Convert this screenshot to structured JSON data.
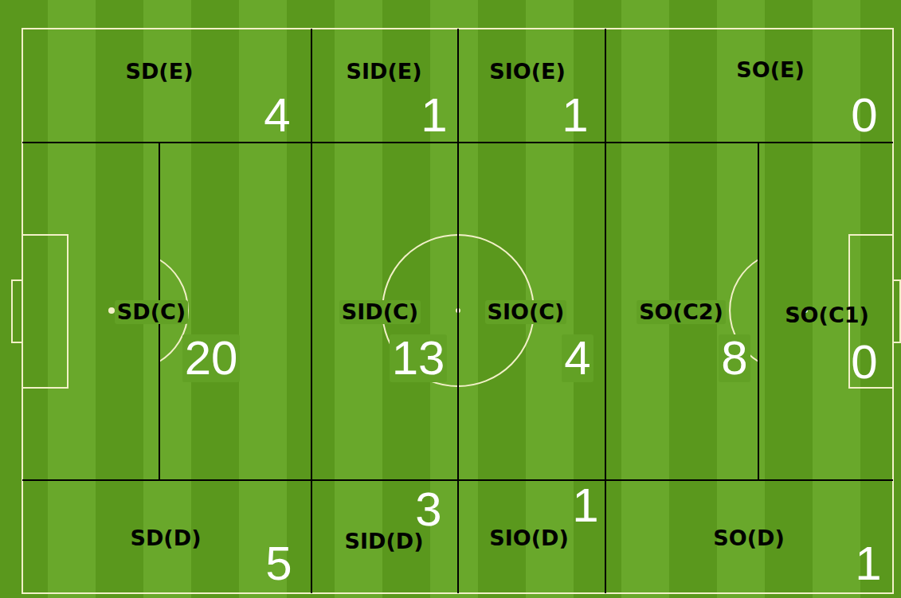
{
  "diagram": {
    "nodes": [
      {
        "text": [
          "SD(E)",
          "4"
        ]
      },
      {
        "text": [
          "SID(E)",
          "1"
        ]
      },
      {
        "text": [
          "SIO(E)",
          "1"
        ]
      },
      {
        "text": [
          "SO(E)",
          "0"
        ]
      },
      {
        "text": [
          "SD(C)",
          "20"
        ]
      },
      {
        "text": [
          "SID(C)",
          "13"
        ]
      },
      {
        "text": [
          "SIO(C)",
          "4"
        ]
      },
      {
        "text": [
          "SO(C2)",
          "8"
        ]
      },
      {
        "text": [
          "SO(C1)",
          "0"
        ]
      },
      {
        "text": [
          "SD(D)",
          "5"
        ]
      },
      {
        "text": [
          "SID(D)",
          "3"
        ]
      },
      {
        "text": [
          "SIO(D)",
          "1"
        ]
      },
      {
        "text": [
          "SO(D)",
          "1"
        ]
      }
    ]
  }
}
